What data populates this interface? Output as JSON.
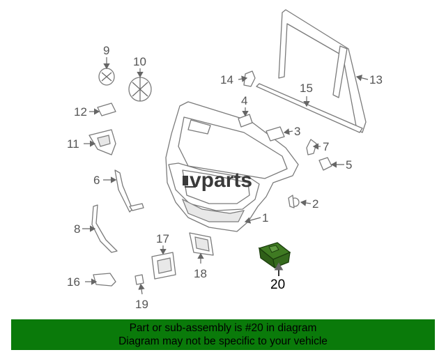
{
  "diagram": {
    "logo_text": "vparts",
    "highlighted_part": "20",
    "highlight_color": "#3f7a22",
    "banner_color": "#0a7a0a",
    "callouts": [
      "1",
      "2",
      "3",
      "4",
      "5",
      "6",
      "7",
      "8",
      "9",
      "10",
      "11",
      "12",
      "13",
      "14",
      "15",
      "16",
      "17",
      "18",
      "19",
      "20"
    ]
  },
  "footer": {
    "line1": "Part or sub-assembly is #20 in diagram",
    "line2": "Diagram may not be specific to your vehicle"
  }
}
